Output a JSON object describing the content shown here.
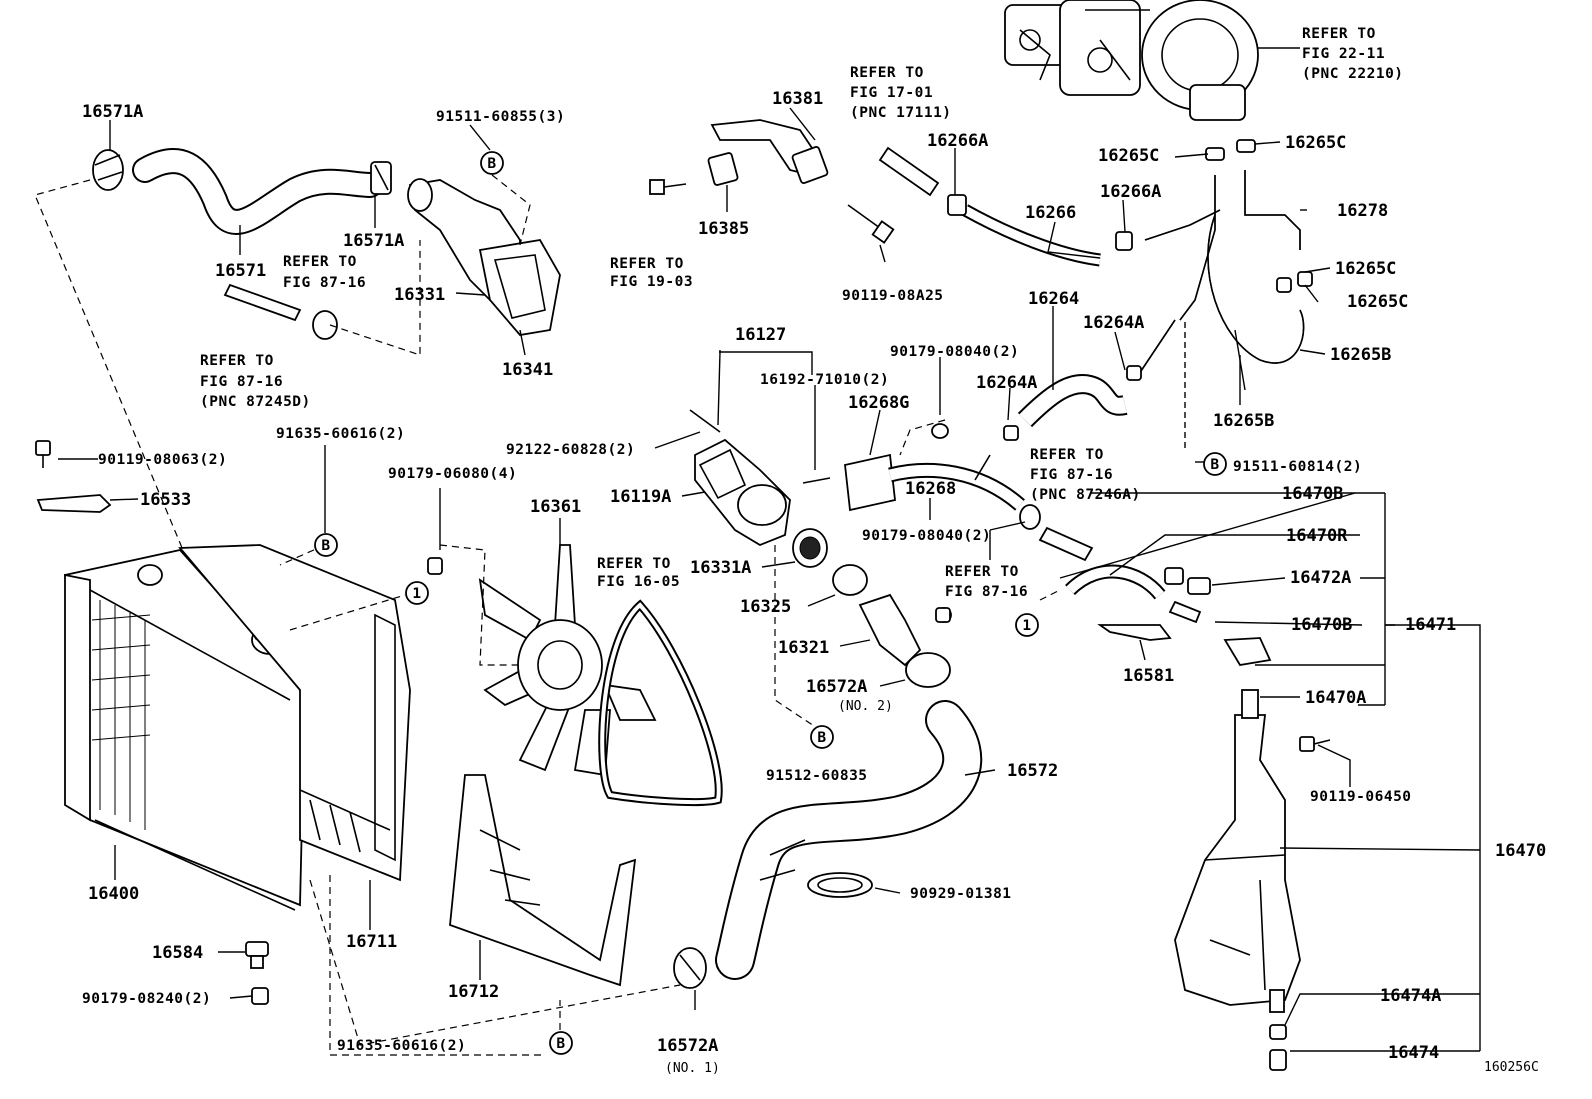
{
  "diagram": {
    "figure_code": "160256C",
    "callouts": {
      "c16571A_top": "16571A",
      "c91511_60855": "91511-60855(3)",
      "c16381": "16381",
      "c16571": "16571",
      "c16571A_mid": "16571A",
      "c16331": "16331",
      "c16341": "16341",
      "c16385": "16385",
      "c90119_08A25": "90119-08A25",
      "c16266A_top": "16266A",
      "c16266": "16266",
      "c16266A_mid": "16266A",
      "c16265C_1": "16265C",
      "c16265C_2": "16265C",
      "c16278": "16278",
      "c16265C_3": "16265C",
      "c16265C_4": "16265C",
      "c16264": "16264",
      "c16264A_top": "16264A",
      "c16265B_1": "16265B",
      "c16265B_2": "16265B",
      "c16127": "16127",
      "c16192_71010": "16192-71010(2)",
      "c90179_08040_a": "90179-08040(2)",
      "c16264A_mid": "16264A",
      "c16268G": "16268G",
      "c91511_60814": "91511-60814(2)",
      "c92122_60828": "92122-60828(2)",
      "c16119A": "16119A",
      "c16268": "16268",
      "c16470B_top": "16470B",
      "c16470R": "16470R",
      "c16472A": "16472A",
      "c16470B_mid": "16470B",
      "c16471": "16471",
      "c90179_08040_b": "90179-08040(2)",
      "c16331A": "16331A",
      "c16325": "16325",
      "c16321": "16321",
      "c16572A_mid": "16572A",
      "c16581": "16581",
      "c16470A": "16470A",
      "c91512_60835": "91512-60835",
      "c16572": "16572",
      "c90119_06450": "90119-06450",
      "c16470": "16470",
      "c90119_08063": "90119-08063(2)",
      "c16533": "16533",
      "c91635_60616_top": "91635-60616(2)",
      "c90179_06080": "90179-06080(4)",
      "c16361": "16361",
      "c16400": "16400",
      "c16711": "16711",
      "c16584": "16584",
      "c90179_08240": "90179-08240(2)",
      "c16712": "16712",
      "c90929_01381": "90929-01381",
      "c91635_60616_bot": "91635-60616(2)",
      "c16572A_bot": "16572A",
      "c16474A": "16474A",
      "c16474": "16474"
    },
    "sub_labels": {
      "no2": "(NO. 2)",
      "no1": "(NO. 1)"
    },
    "references": {
      "fig_22_11": [
        "REFER TO",
        "FIG 22-11",
        "(PNC 22210)"
      ],
      "fig_17_01": [
        "REFER TO",
        "FIG 17-01",
        "(PNC 17111)"
      ],
      "fig_87_16_a": [
        "REFER TO",
        "FIG 87-16"
      ],
      "fig_87_16_b": [
        "REFER TO",
        "FIG 87-16",
        "(PNC 87245D)"
      ],
      "fig_19_03": [
        "REFER TO",
        "FIG 19-03"
      ],
      "fig_87_16_c": [
        "REFER TO",
        "FIG 87-16",
        "(PNC 87246A)"
      ],
      "fig_16_05": [
        "REFER TO",
        "FIG 16-05"
      ],
      "fig_87_16_d": [
        "REFER TO",
        "FIG 87-16"
      ]
    },
    "markers": {
      "B": "B",
      "one": "1"
    }
  }
}
